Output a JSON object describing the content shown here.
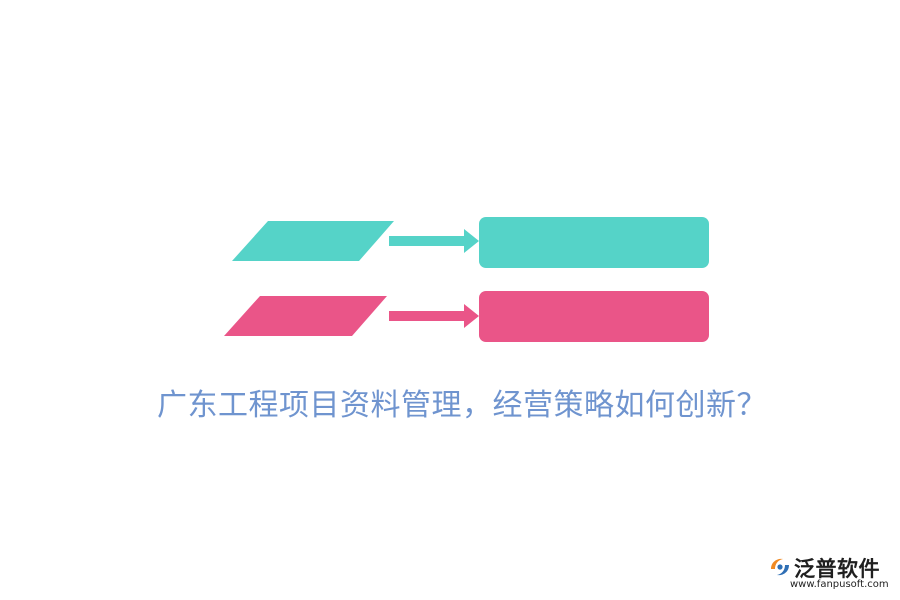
{
  "diagram": {
    "rows": [
      {
        "color": "#55d3c8"
      },
      {
        "color": "#ea5588"
      }
    ]
  },
  "caption": "广东工程项目资料管理，经营策略如何创新？",
  "logo": {
    "name": "泛普软件",
    "url": "www.fanpusoft.com",
    "colors": {
      "orange": "#f08a24",
      "blue": "#2f6fb5"
    }
  }
}
